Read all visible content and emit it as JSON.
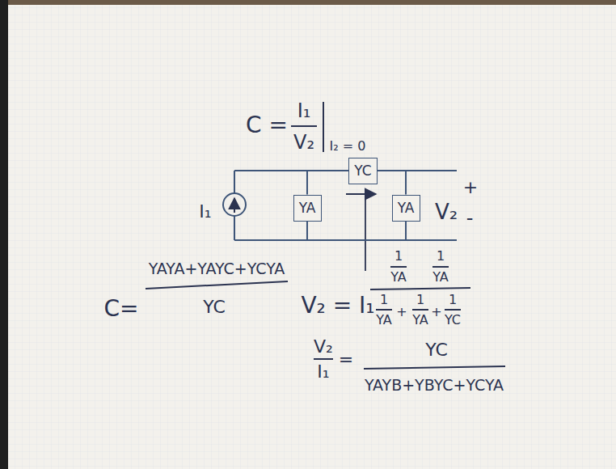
{
  "diagram": {
    "nodes": [
      {
        "text": [
          "YA"
        ]
      },
      {
        "text": [
          "YC"
        ]
      },
      {
        "text": [
          "YA"
        ]
      }
    ],
    "edges": [
      {
        "from": 0,
        "to": 1,
        "arrow": "none"
      },
      {
        "from": 1,
        "to": 2,
        "arrow": "none"
      },
      {
        "from": 0,
        "to": 2,
        "arrow": "none"
      }
    ],
    "labels": [
      "C =",
      "I₁",
      "V₂",
      "I₂ = 0",
      "I₁",
      "V₂",
      "+",
      "-",
      "C=",
      "YAYA+YAYC+YCYA",
      "YC",
      "V₂ = I₁",
      "1",
      "YA",
      "1",
      "YA",
      "1",
      "YA",
      "+",
      "1",
      "YA",
      "+",
      "1",
      "YC",
      "V₂",
      "I₁",
      "=",
      "YC",
      "YAYB+YBYC+YCYA"
    ]
  }
}
